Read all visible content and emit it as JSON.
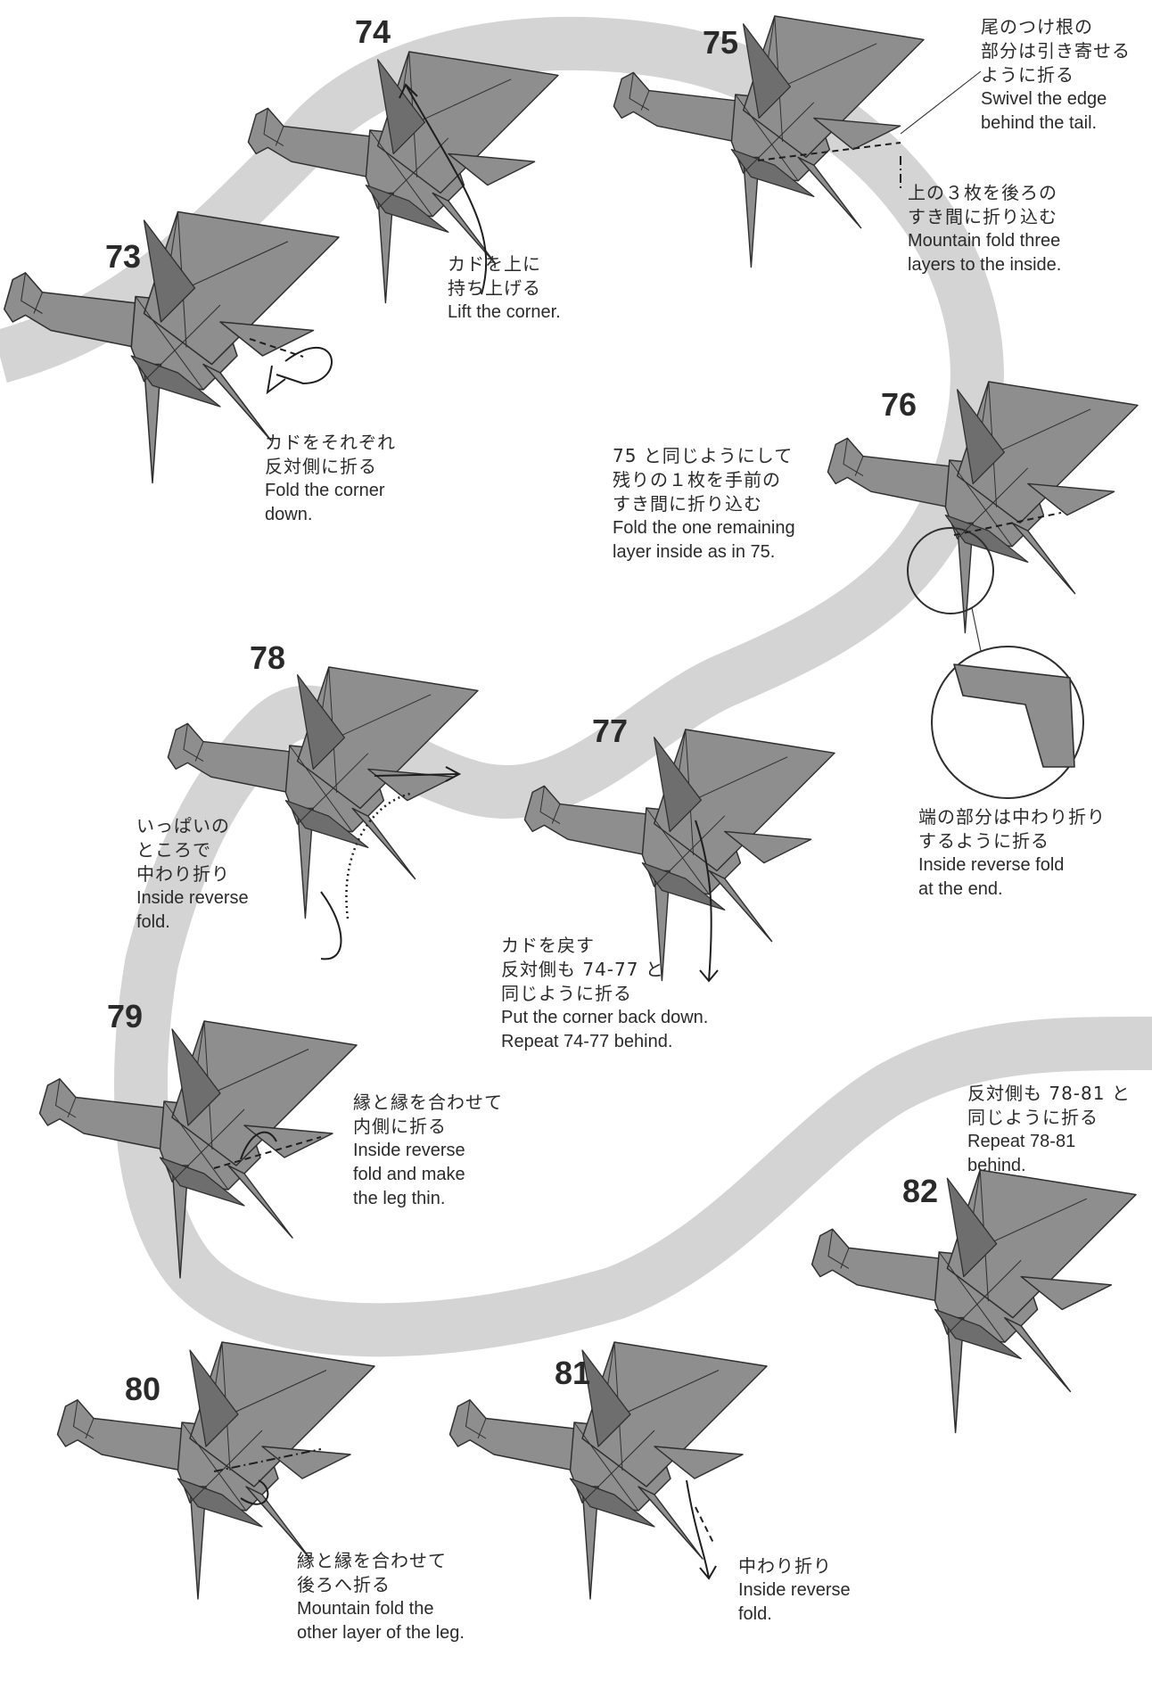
{
  "steps": [
    {
      "number": "73",
      "jp": [
        "カドをそれぞれ",
        "反対側に折る"
      ],
      "en": [
        "Fold the corner",
        "down."
      ]
    },
    {
      "number": "74",
      "jp": [
        "カドを上に",
        "持ち上げる"
      ],
      "en": [
        "Lift the corner."
      ]
    },
    {
      "number": "75",
      "notes": [
        {
          "jp": [
            "尾のつけ根の",
            "部分は引き寄せる",
            "ように折る"
          ],
          "en": [
            "Swivel the edge",
            "behind the tail."
          ]
        },
        {
          "jp": [
            "上の３枚を後ろの",
            "すき間に折り込む"
          ],
          "en": [
            "Mountain fold three",
            "layers to the inside."
          ]
        }
      ]
    },
    {
      "number": "76",
      "jp": [
        "75 と同じようにして",
        "残りの１枚を手前の",
        "すき間に折り込む"
      ],
      "en": [
        "Fold the one remaining",
        "layer inside as in 75."
      ],
      "detail": {
        "jp": [
          "端の部分は中わり折り",
          "するように折る"
        ],
        "en": [
          "Inside reverse fold",
          "at the end."
        ]
      }
    },
    {
      "number": "77",
      "jp": [
        "カドを戻す",
        "反対側も 74-77 と",
        "同じように折る"
      ],
      "en": [
        "Put the corner back down.",
        "Repeat 74-77 behind."
      ]
    },
    {
      "number": "78",
      "jp": [
        "いっぱいの",
        "ところで",
        "中わり折り"
      ],
      "en": [
        "Inside reverse",
        "fold."
      ]
    },
    {
      "number": "79",
      "jp": [
        "縁と縁を合わせて",
        "内側に折る"
      ],
      "en": [
        "Inside reverse",
        "fold and make",
        "the leg thin."
      ]
    },
    {
      "number": "80",
      "jp": [
        "縁と縁を合わせて",
        "後ろへ折る"
      ],
      "en": [
        "Mountain fold the",
        "other layer of the leg."
      ]
    },
    {
      "number": "81",
      "jp": [
        "中わり折り"
      ],
      "en": [
        "Inside reverse",
        "fold."
      ]
    },
    {
      "number": "82",
      "jp": [
        "反対側も 78-81 と",
        "同じように折る"
      ],
      "en": [
        "Repeat 78-81",
        "behind."
      ]
    }
  ],
  "colors": {
    "paper": "#8e8e8e",
    "paper_dark": "#6e6e6e",
    "path_band": "#d4d4d4",
    "line": "#2e2e2e",
    "text": "#2a2a2a"
  }
}
